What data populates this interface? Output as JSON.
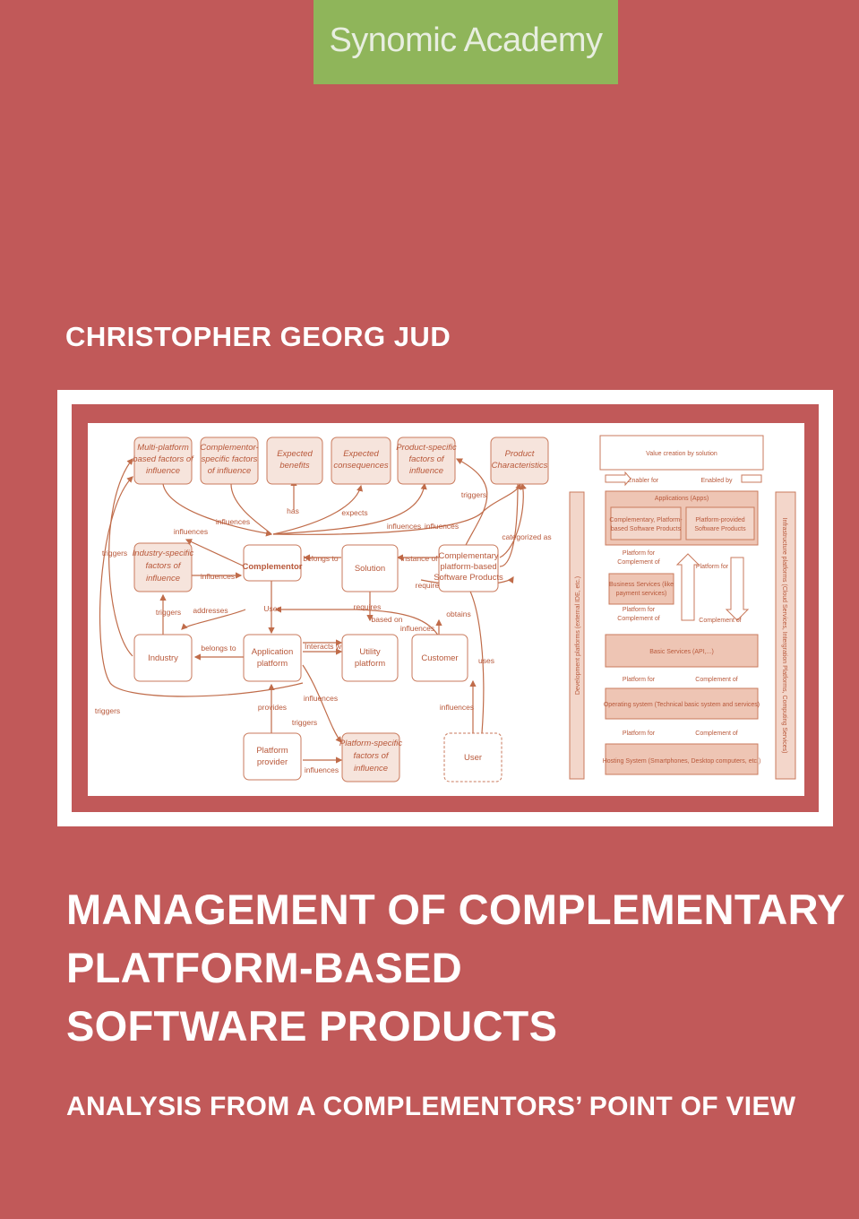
{
  "publisher": "Synomic Academy",
  "author": "CHRISTOPHER GEORG JUD",
  "title_lines": [
    "MANAGEMENT OF COMPLEMENTARY",
    "PLATFORM-BASED",
    "SOFTWARE PRODUCTS"
  ],
  "subtitle": "ANALYSIS FROM A COMPLEMENTORS’ POINT OF VIEW",
  "colors": {
    "background": "#c15959",
    "publisher_band": "#8fb55a",
    "diagram_accent": "#c06c4a"
  },
  "model": {
    "nodes": {
      "multi_platform": [
        "Multi-platform",
        "based factors of",
        "influence"
      ],
      "complementor_specific": [
        "Complementor-",
        "specific factors",
        "of influence"
      ],
      "expected_benefits": [
        "Expected",
        "benefits"
      ],
      "expected_consequences": [
        "Expected",
        "consequences"
      ],
      "product_specific": [
        "Product-specific",
        "factors of",
        "influence"
      ],
      "product_characteristics": [
        "Product",
        "Characteristics"
      ],
      "industry_specific": [
        "Industry-specific",
        "factors of",
        "influence"
      ],
      "complementor": [
        "Complementor"
      ],
      "solution": [
        "Solution"
      ],
      "complementary_products": [
        "Complementary",
        "platform-based",
        "Software Products"
      ],
      "industry": [
        "Industry"
      ],
      "application_platform": [
        "Application",
        "platform"
      ],
      "utility_platform": [
        "Utility",
        "platform"
      ],
      "customer": [
        "Customer"
      ],
      "platform_provider": [
        "Platform",
        "provider"
      ],
      "platform_specific": [
        "Platform-specific",
        "factors of",
        "influence"
      ],
      "user": [
        "User"
      ]
    },
    "labels": {
      "triggers": "triggers",
      "influences": "influences",
      "has": "has",
      "expects": "expects",
      "categorized_as": "categorized as",
      "belongs_to": "belongs to",
      "instance_of": "instance of",
      "requires": "requires",
      "addresses": "addresses",
      "uses_cap": "Uses",
      "uses": "uses",
      "based_on": "based on",
      "obtains": "obtains",
      "interacts_with": "Interacts with",
      "provides": "provides"
    }
  },
  "stack": {
    "value_creation": "Value creation by solution",
    "enabler_for": "Enabler for",
    "enabled_by": "Enabled by",
    "applications": "Applications (Apps)",
    "complementary_app": [
      "Complementary, Platform-",
      "based Software Products"
    ],
    "platform_provided_app": [
      "Platform-provided",
      "Software Products"
    ],
    "platform_for_complement_of": [
      "Platform for",
      "Complement of"
    ],
    "platform_for": "Platform for",
    "complement_of": "Complement of",
    "business_services": [
      "Business Services (like",
      "payment services)"
    ],
    "basic_services": "Basic Services (API,...)",
    "operating_system": "Operating system (Technical basic system and services)",
    "hosting_system": "Hosting System (Smartphones, Desktop computers, etc.)",
    "development_platforms": "Development platforms (external IDE, etc.)",
    "infrastructure_platforms": "Infrastructure platforms (Cloud Services, Intergration Platforms, Computing Services)"
  }
}
